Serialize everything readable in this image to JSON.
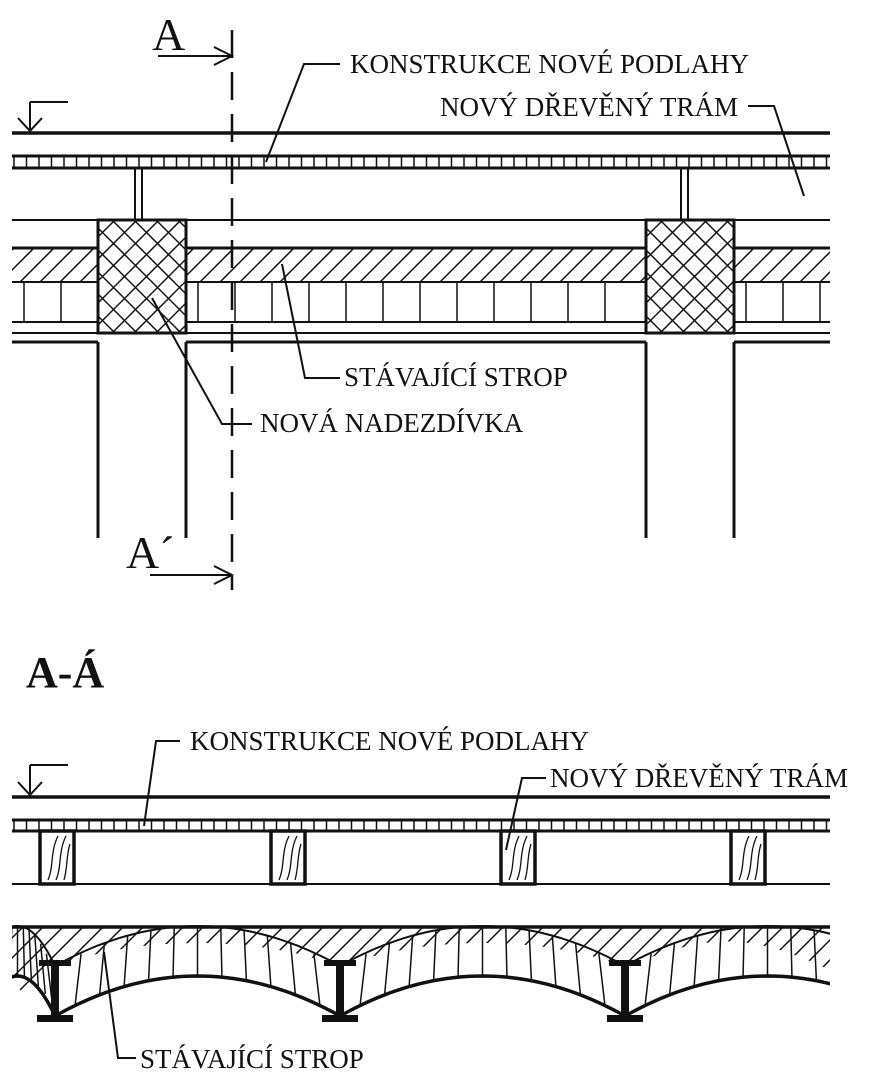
{
  "section_top": {
    "marker_start": "A",
    "marker_end": "A´",
    "labels": {
      "floor": "KONSTRUKCE NOVÉ PODLAHY",
      "beam": "NOVÝ DŘEVĚNÝ TRÁM",
      "ceiling": "STÁVAJÍCÍ STROP",
      "masonry": "NOVÁ NADEZDÍVKA"
    }
  },
  "section_bottom": {
    "title": "A-Á",
    "labels": {
      "floor": "KONSTRUKCE NOVÉ PODLAHY",
      "beam": "NOVÝ DŘEVĚNÝ TRÁM",
      "ceiling": "STÁVAJÍCÍ STROP"
    }
  }
}
